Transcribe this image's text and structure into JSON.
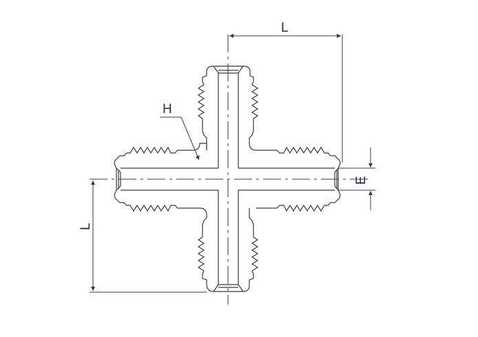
{
  "diagram": {
    "type": "technical-drawing",
    "subject": "union cross pipe fitting",
    "colors": {
      "line": "#3a3a3a",
      "label": "#1f2d4d",
      "background": "#ffffff"
    },
    "labels": {
      "top_length": "L",
      "left_length": "L",
      "port_diameter": "E",
      "hex": "H"
    }
  }
}
